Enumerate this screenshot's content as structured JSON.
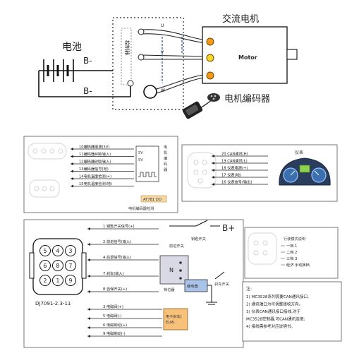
{
  "top": {
    "motor_title": "交流电机",
    "motor_label": "Motor",
    "encoder_label": "电机编码器",
    "battery_label": "电池",
    "b_minus_1": "B-",
    "b_minus_2": "B-",
    "controller_side": "控制器",
    "phase_labels": [
      "U",
      "V",
      "W"
    ]
  },
  "encoder_panel": {
    "rows": [
      "10编码器电源(5V)",
      "11编码器A相(输入)",
      "12编码器B相(输入)",
      "13编码器信号(地)",
      "14电机温度检测(+)",
      "15电机温度检测(地)"
    ],
    "side_label": "电机编码器",
    "chip": "AT781 DD",
    "caption": "电机编码器检测"
  },
  "display_panel": {
    "title": "仪表",
    "rows": [
      "20 CAN通讯(H)",
      "19 CAN通讯(L)",
      "18 仪表电源(+)",
      "17 仪表(地)",
      "16 仪表信号(输出)"
    ]
  },
  "main_panel": {
    "pin_numbers": [
      "5",
      "4",
      "3",
      "6",
      "8",
      "7",
      "2",
      "1",
      "9"
    ],
    "connector_code": "DJ7091-2.3-11",
    "rows_top": [
      "1 钥匙开关信号(+)",
      "2 前进信号(输入)",
      "4 后退信号(输入)",
      "7 刹车(输入)",
      "8 自保开关(+)"
    ],
    "rows_bottom": [
      "3 电磁阀(+)",
      "5 电磁阀(-)",
      "6 电磁制动(+)",
      "9 电磁制动(-)"
    ],
    "b_plus": "B+",
    "key_switch": "钥匙开关",
    "switch_note": "前进开关",
    "n_label": "N",
    "gear_label": "档位器",
    "relay_label": "继电器",
    "brake_label": "刹车开关",
    "ebrake_label": "电子刹车(ELM)"
  },
  "right_panel": {
    "header": "行驶模式说明",
    "modes": [
      "一档 1",
      "二档 2",
      "三档 3",
      "经济 手动换档"
    ]
  },
  "note_panel": {
    "title": "注:",
    "lines": [
      "1) MC3528系列需要CAN通讯接口,",
      "2) 通讯端口为可调整接收方向。",
      "3) 仪表CAN通讯接口接线,对于",
      "MC3528控制器,可CAN通讯连接;",
      "4) 接线需参考对应说明书。"
    ]
  },
  "colors": {
    "orange": "#f39a1e",
    "yellow": "#f5d82a",
    "gray_fill": "#e8e8e8",
    "screen_blue": "#3a6fb0"
  }
}
